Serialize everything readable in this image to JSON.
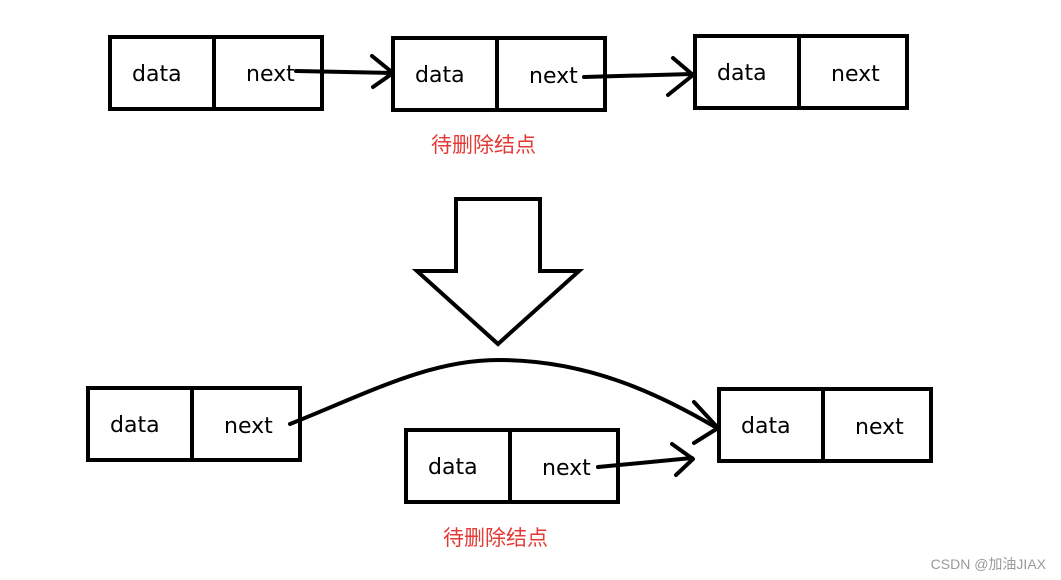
{
  "diagram": {
    "before": {
      "nodes": [
        {
          "data_label": "data",
          "next_label": "next"
        },
        {
          "data_label": "data",
          "next_label": "next"
        },
        {
          "data_label": "data",
          "next_label": "next"
        }
      ],
      "caption": "待删除结点"
    },
    "after": {
      "nodes": [
        {
          "data_label": "data",
          "next_label": "next"
        },
        {
          "data_label": "data",
          "next_label": "next"
        },
        {
          "data_label": "data",
          "next_label": "next"
        }
      ],
      "caption": "待删除结点"
    }
  },
  "watermark": "CSDN @加油JIAX",
  "colors": {
    "caption": "#e53935",
    "stroke": "#000000",
    "watermark": "#9a9a9a"
  }
}
